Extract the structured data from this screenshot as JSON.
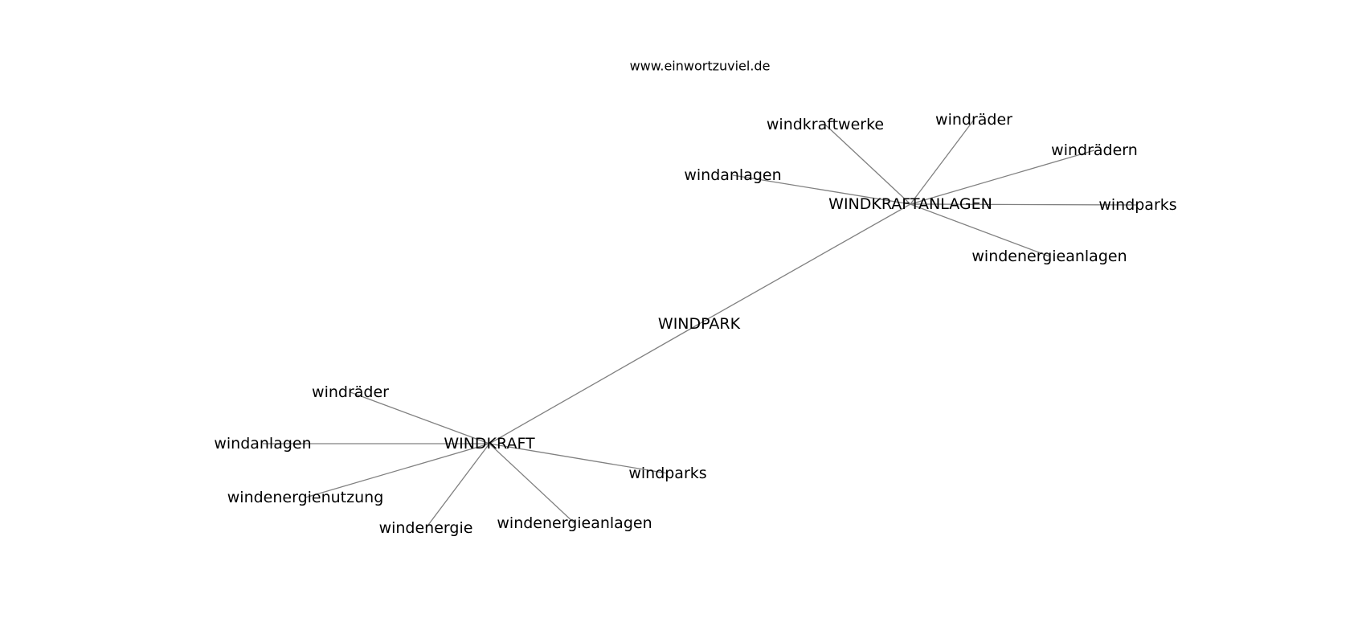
{
  "site": "www.einwortzuviel.de",
  "nodes": {
    "windpark": "WINDPARK",
    "windkraftanlagen": "WINDKRAFTANLAGEN",
    "windkraft": "WINDKRAFT",
    "wka_windkraftwerke": "windkraftwerke",
    "wka_windraeder": "windräder",
    "wka_windraedern": "windrädern",
    "wka_windanlagen": "windanlagen",
    "wka_windparks": "windparks",
    "wka_windenergieanlagen": "windenergieanlagen",
    "wk_windraeder": "windräder",
    "wk_windanlagen": "windanlagen",
    "wk_windenergienutzung": "windenergienutzung",
    "wk_windenergie": "windenergie",
    "wk_windenergieanlagen": "windenergieanlagen",
    "wk_windparks": "windparks"
  },
  "edges": [
    [
      "windpark",
      "windkraftanlagen"
    ],
    [
      "windpark",
      "windkraft"
    ],
    [
      "windkraftanlagen",
      "wka_windkraftwerke"
    ],
    [
      "windkraftanlagen",
      "wka_windraeder"
    ],
    [
      "windkraftanlagen",
      "wka_windraedern"
    ],
    [
      "windkraftanlagen",
      "wka_windanlagen"
    ],
    [
      "windkraftanlagen",
      "wka_windparks"
    ],
    [
      "windkraftanlagen",
      "wka_windenergieanlagen"
    ],
    [
      "windkraft",
      "wk_windraeder"
    ],
    [
      "windkraft",
      "wk_windanlagen"
    ],
    [
      "windkraft",
      "wk_windenergienutzung"
    ],
    [
      "windkraft",
      "wk_windenergie"
    ],
    [
      "windkraft",
      "wk_windenergieanlagen"
    ],
    [
      "windkraft",
      "wk_windparks"
    ]
  ]
}
